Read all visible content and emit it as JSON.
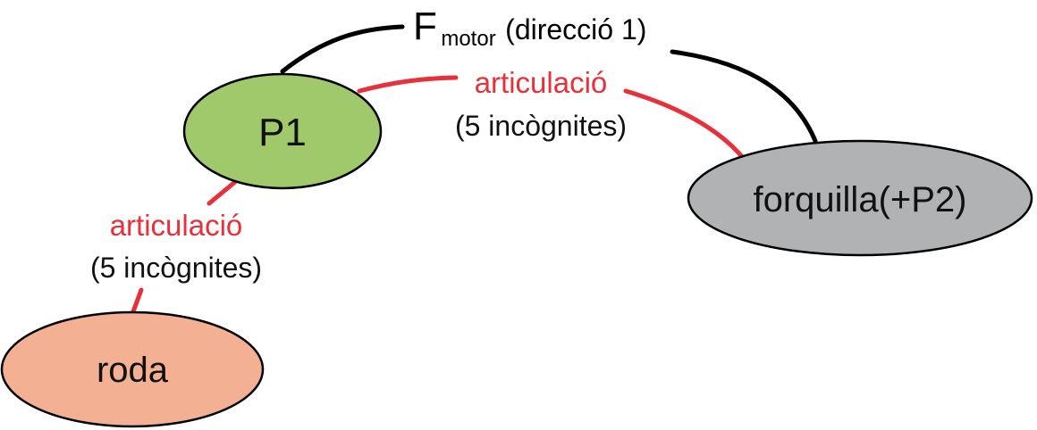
{
  "nodes": {
    "p1": {
      "label": "P1",
      "fill": "#9fc96b"
    },
    "forquilla": {
      "label": "forquilla(+P2)",
      "fill": "#b1b2b4"
    },
    "roda": {
      "label": "roda",
      "fill": "#f3b092"
    }
  },
  "connections": {
    "motor": {
      "label_main": "F",
      "label_subscript": "motor",
      "label_suffix": "(direcció 1)",
      "color": "#000000"
    },
    "joint_p1_forquilla": {
      "type_label": "articulació",
      "unknowns_label": "(5 incògnites)",
      "color": "#e8303a"
    },
    "joint_p1_roda": {
      "type_label": "articulació",
      "unknowns_label": "(5 incògnites)",
      "color": "#e8303a"
    }
  }
}
